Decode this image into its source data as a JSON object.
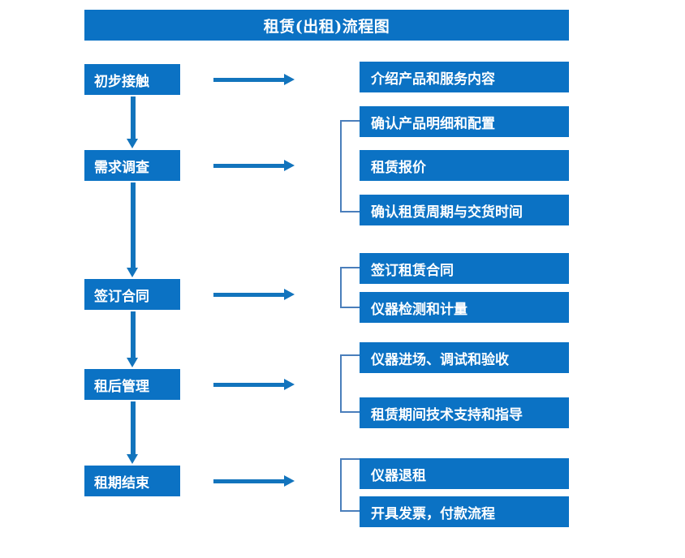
{
  "diagram": {
    "title": "租赁(出租)流程图",
    "colors": {
      "box_fill": "#0b72c4",
      "box_text": "#ffffff",
      "arrow": "#1274bd",
      "bracket": "#4a7ebb",
      "background": "#ffffff"
    },
    "stages": [
      {
        "label": "初步接触"
      },
      {
        "label": "需求调查"
      },
      {
        "label": "签订合同"
      },
      {
        "label": "租后管理"
      },
      {
        "label": "租期结束"
      }
    ],
    "details": [
      {
        "label": "介绍产品和服务内容"
      },
      {
        "label": "确认产品明细和配置"
      },
      {
        "label": "租赁报价"
      },
      {
        "label": "确认租赁周期与交货时间"
      },
      {
        "label": "签订租赁合同"
      },
      {
        "label": "仪器检测和计量"
      },
      {
        "label": "仪器进场、调试和验收"
      },
      {
        "label": "租赁期间技术支持和指导"
      },
      {
        "label": "仪器退租"
      },
      {
        "label": "开具发票，付款流程"
      }
    ]
  }
}
